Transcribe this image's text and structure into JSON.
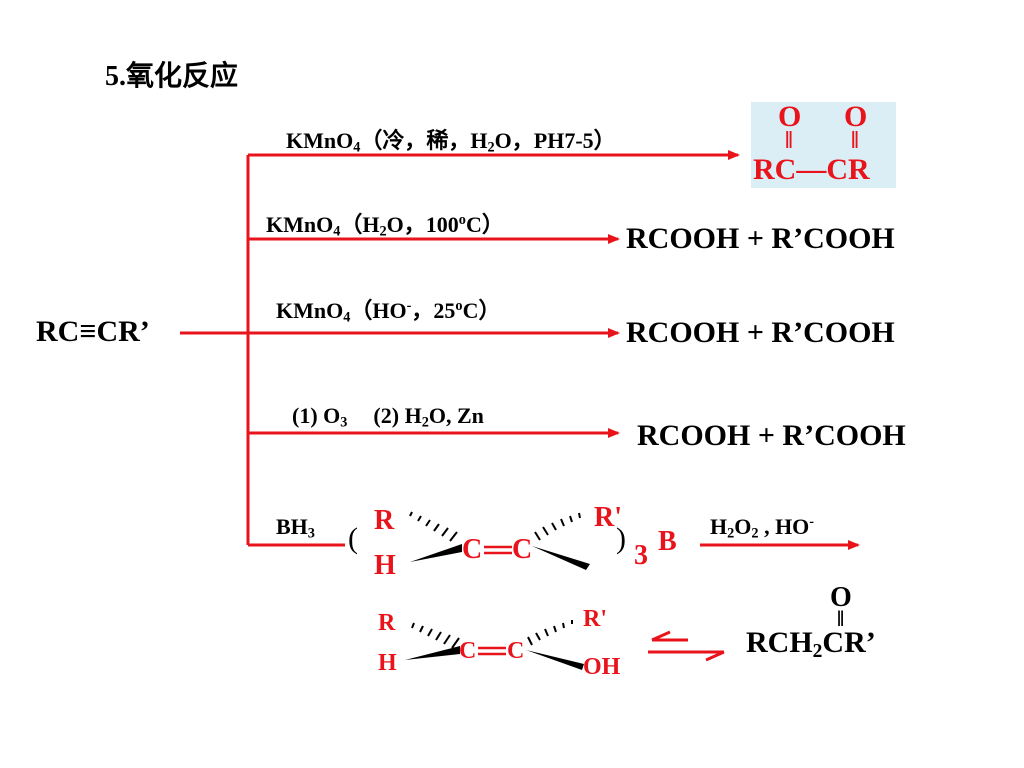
{
  "title": "5.氧化反应",
  "reactant": {
    "left": "RC",
    "triple": "≡",
    "right": "CR’"
  },
  "branches": [
    {
      "reagent": "KMnO",
      "sub1": "4",
      "mid1": "（冷，稀，H",
      "sub2": "2",
      "mid2": "O，PH7-5）",
      "product": {
        "o1": "O",
        "o2": "O",
        "dbl1": "‖",
        "dbl2": "‖",
        "rc1": "RC",
        "bond": "—",
        "rc2": "CR"
      }
    },
    {
      "reagent": "KMnO",
      "sub1": "4",
      "mid1": "（H",
      "sub2": "2",
      "mid2": "O，100",
      "sup": "o",
      "mid3": "C）",
      "product": "RCOOH + R’COOH"
    },
    {
      "reagent": "KMnO",
      "sub1": "4",
      "mid1": "（HO",
      "sup1": "-",
      "mid2": "，25",
      "sup2": "o",
      "mid3": "C）",
      "product": "RCOOH + R’COOH"
    },
    {
      "part1": "(1) O",
      "sub1": "3",
      "part2": "(2) H",
      "sub2": "2",
      "part3": "O,  Zn",
      "product": "RCOOH + R’COOH"
    }
  ],
  "hydroboration": {
    "reagent": "BH",
    "reagent_sub": "3",
    "paren_open": "(",
    "paren_close": ")",
    "r": "R",
    "h": "H",
    "c1": "C",
    "c2": "C",
    "rprime": "R'",
    "three": "3",
    "boron": "B",
    "ox_h": "H",
    "ox_sub1": "2",
    "ox_o": "O",
    "ox_sub2": "2",
    "ox_rest": " , HO",
    "ox_sup": "-"
  },
  "enol": {
    "r": "R",
    "h": "H",
    "c1": "C",
    "c2": "C",
    "rprime": "R'",
    "oh": "OH"
  },
  "ketone": {
    "o": "O",
    "dbl": "‖",
    "r": "RCH",
    "sub": "2",
    "rest": "CR’"
  },
  "colors": {
    "accent": "#e8131b",
    "highlight": "#dbeef6",
    "text": "#000000"
  }
}
